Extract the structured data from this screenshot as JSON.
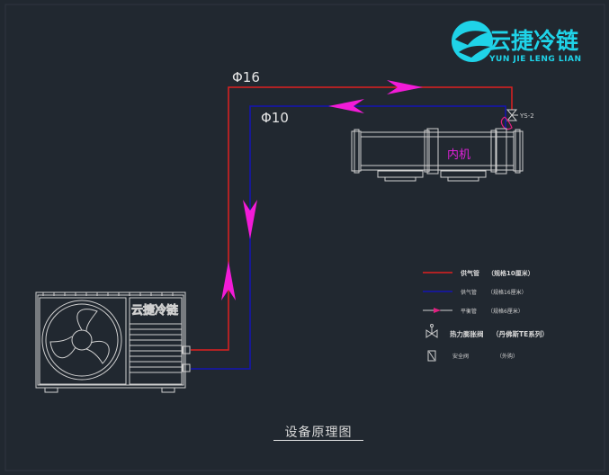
{
  "logo": {
    "brand_cn": "云捷冷链",
    "brand_en": "YUN JIE LENG LIAN",
    "unit_brand": "云捷冷链"
  },
  "pipes": {
    "large_label": "Φ16",
    "small_label": "Φ10",
    "valve_code": "YS-2"
  },
  "indoor_unit": {
    "label": "内机"
  },
  "legend": [
    {
      "name": "legend-high-pressure-pipe",
      "label": "供气管",
      "note": "（规格10厘米）",
      "type": "red-line",
      "color": "#e02020"
    },
    {
      "name": "legend-low-pressure-pipe",
      "label": "供气管",
      "note": "（规格16厘米）",
      "type": "blue-line",
      "color": "#1414b4"
    },
    {
      "name": "legend-flow-direction",
      "label": "平衡管",
      "note": "（规格6厘米）",
      "type": "arrow-line",
      "color": "#e02080"
    },
    {
      "name": "legend-expansion-valve",
      "label": "热力膨胀阀",
      "note": "（丹佛斯TE系列）",
      "type": "valve",
      "color": "#cfcfcf"
    },
    {
      "name": "legend-safety-valve",
      "label": "安全阀",
      "note": "（外购）",
      "type": "box",
      "color": "#cfcfcf"
    }
  ],
  "diagram_title": "设备原理图",
  "colors": {
    "background": "#212830",
    "red_pipe": "#e02020",
    "blue_pipe": "#1414b4",
    "arrow": "#f21bd7",
    "logo_cyan": "#1fd3e8"
  }
}
